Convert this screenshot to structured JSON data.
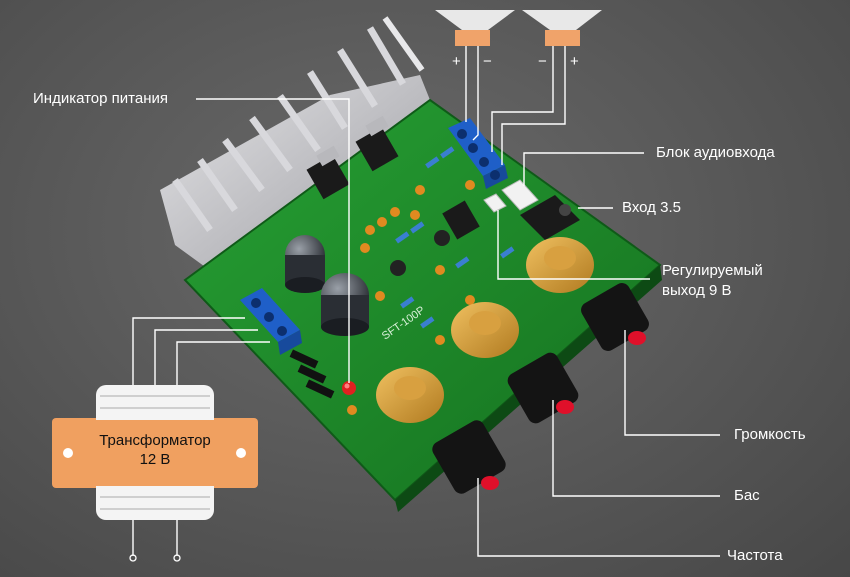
{
  "labels": {
    "power_indicator": "Индикатор питания",
    "audio_input_block": "Блок аудиовхода",
    "input_35": "Вход 3.5",
    "adjustable_output_line1": "Регулируемый",
    "adjustable_output_line2": "выход 9 В",
    "volume": "Громкость",
    "bass": "Бас",
    "frequency": "Частота",
    "transformer_line1": "Трансформатор",
    "transformer_line2": "12 В"
  },
  "speakers": {
    "left": {
      "plus": "+",
      "minus": "−"
    },
    "right": {
      "minus": "−",
      "plus": "+"
    }
  },
  "board_marking": "SFT-100P",
  "colors": {
    "background": "#5a5a5a",
    "pcb": "#1f8a2c",
    "heatsink": "#c9c9cc",
    "terminal_blue": "#1f5fc8",
    "speaker_orange": "#f0a36a",
    "transformer_orange": "#f0a060",
    "knob": "#141414",
    "knob_accent": "#e0102a",
    "led": "#e02020",
    "leader_line": "#ffffff"
  },
  "icons": [
    "speaker-icon",
    "transformer-icon",
    "potentiometer-icon",
    "knob-icon",
    "led-icon",
    "screw-terminal-icon",
    "capacitor-icon",
    "heatsink-icon",
    "audio-jack-icon"
  ]
}
